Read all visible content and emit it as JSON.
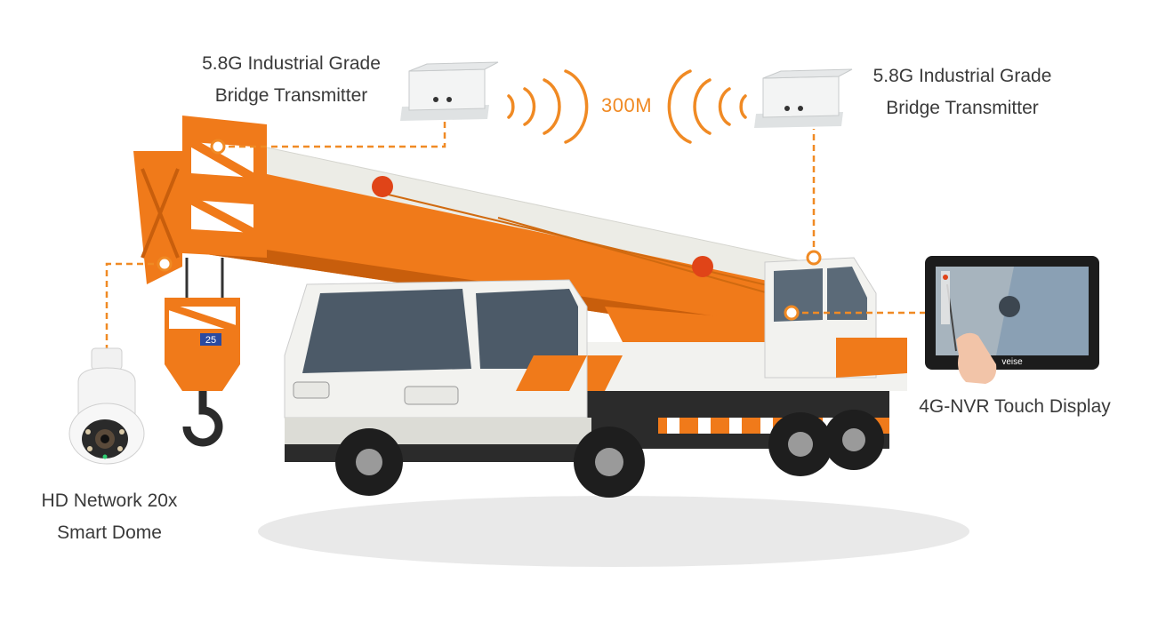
{
  "labels": {
    "transmitter_left": {
      "line1": "5.8G Industrial Grade",
      "line2": "Bridge Transmitter"
    },
    "transmitter_right": {
      "line1": "5.8G Industrial Grade",
      "line2": "Bridge Transmitter"
    },
    "distance": "300M",
    "display": "4G-NVR Touch Display",
    "dome": {
      "line1": "HD Network 20x",
      "line2": "Smart Dome"
    }
  },
  "device_text": {
    "display_brand": "veise",
    "crane_badge": "25"
  },
  "colors": {
    "accent": "#f08a24",
    "crane_orange": "#f07a1a",
    "text": "#3a3a3a",
    "truck_white": "#f2f2ef",
    "chassis_dark": "#2b2b2b"
  },
  "icons": {
    "wireless_left": "signal-waves-icon",
    "wireless_right": "signal-waves-icon",
    "connector": "orange-dot-marker"
  }
}
